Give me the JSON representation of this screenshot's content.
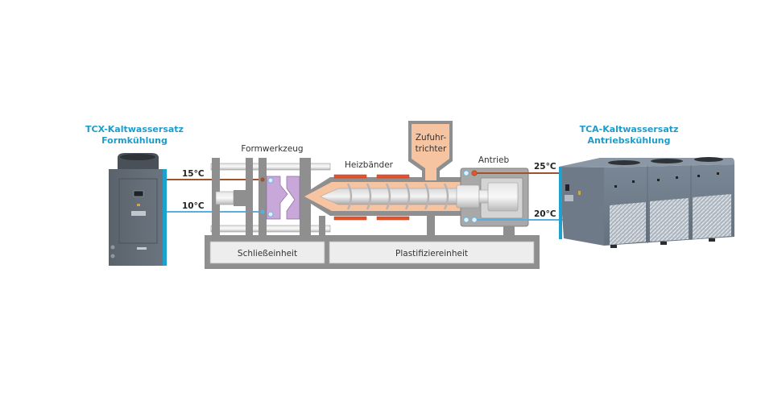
{
  "left_chiller": {
    "title_line1": "TCX-Kaltwassersatz",
    "title_line2": "Formkühlung",
    "supply_temp": "15°C",
    "return_temp": "10°C"
  },
  "right_chiller": {
    "title_line1": "TCA-Kaltwassersatz",
    "title_line2": "Antriebskühlung",
    "supply_temp": "25°C",
    "return_temp": "20°C"
  },
  "machine": {
    "mold_label": "Formwerkzeug",
    "heater_label": "Heizbänder",
    "hopper_line1": "Zufuhr-",
    "hopper_line2": "trichter",
    "drive_label": "Antrieb",
    "clamping_unit": "Schließeinheit",
    "plasticizing_unit": "Plastifiziereinheit"
  },
  "colors": {
    "title_blue": "#1e9bc8",
    "warm_line": "#a0522d",
    "cold_line": "#5aaee0",
    "heater": "#e5532e",
    "melt": "#f7c4a2",
    "mold": "#c8a8d8",
    "frame": "#8a8a8a"
  }
}
